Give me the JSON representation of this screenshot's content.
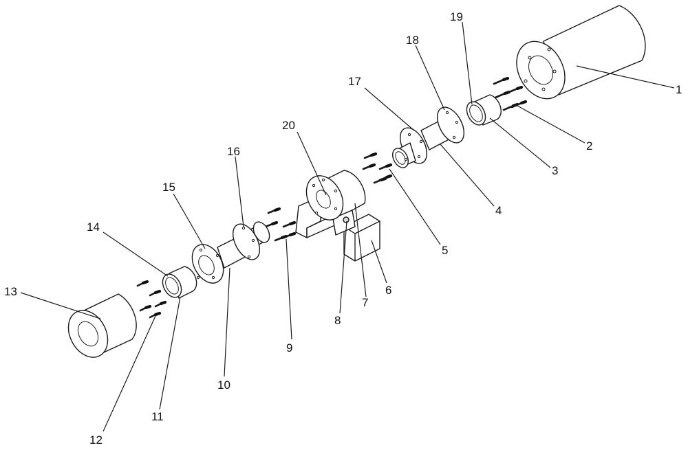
{
  "figure": {
    "callouts": [
      {
        "id": "c1",
        "text": "1"
      },
      {
        "id": "c2",
        "text": "2"
      },
      {
        "id": "c3",
        "text": "3"
      },
      {
        "id": "c4",
        "text": "4"
      },
      {
        "id": "c5",
        "text": "5"
      },
      {
        "id": "c6",
        "text": "6"
      },
      {
        "id": "c7",
        "text": "7"
      },
      {
        "id": "c8",
        "text": "8"
      },
      {
        "id": "c9",
        "text": "9"
      },
      {
        "id": "c10",
        "text": "10"
      },
      {
        "id": "c11",
        "text": "11"
      },
      {
        "id": "c12",
        "text": "12"
      },
      {
        "id": "c13",
        "text": "13"
      },
      {
        "id": "c14",
        "text": "14"
      },
      {
        "id": "c15",
        "text": "15"
      },
      {
        "id": "c16",
        "text": "16"
      },
      {
        "id": "c17",
        "text": "17"
      },
      {
        "id": "c18",
        "text": "18"
      },
      {
        "id": "c19",
        "text": "19"
      },
      {
        "id": "c20",
        "text": "20"
      }
    ]
  }
}
